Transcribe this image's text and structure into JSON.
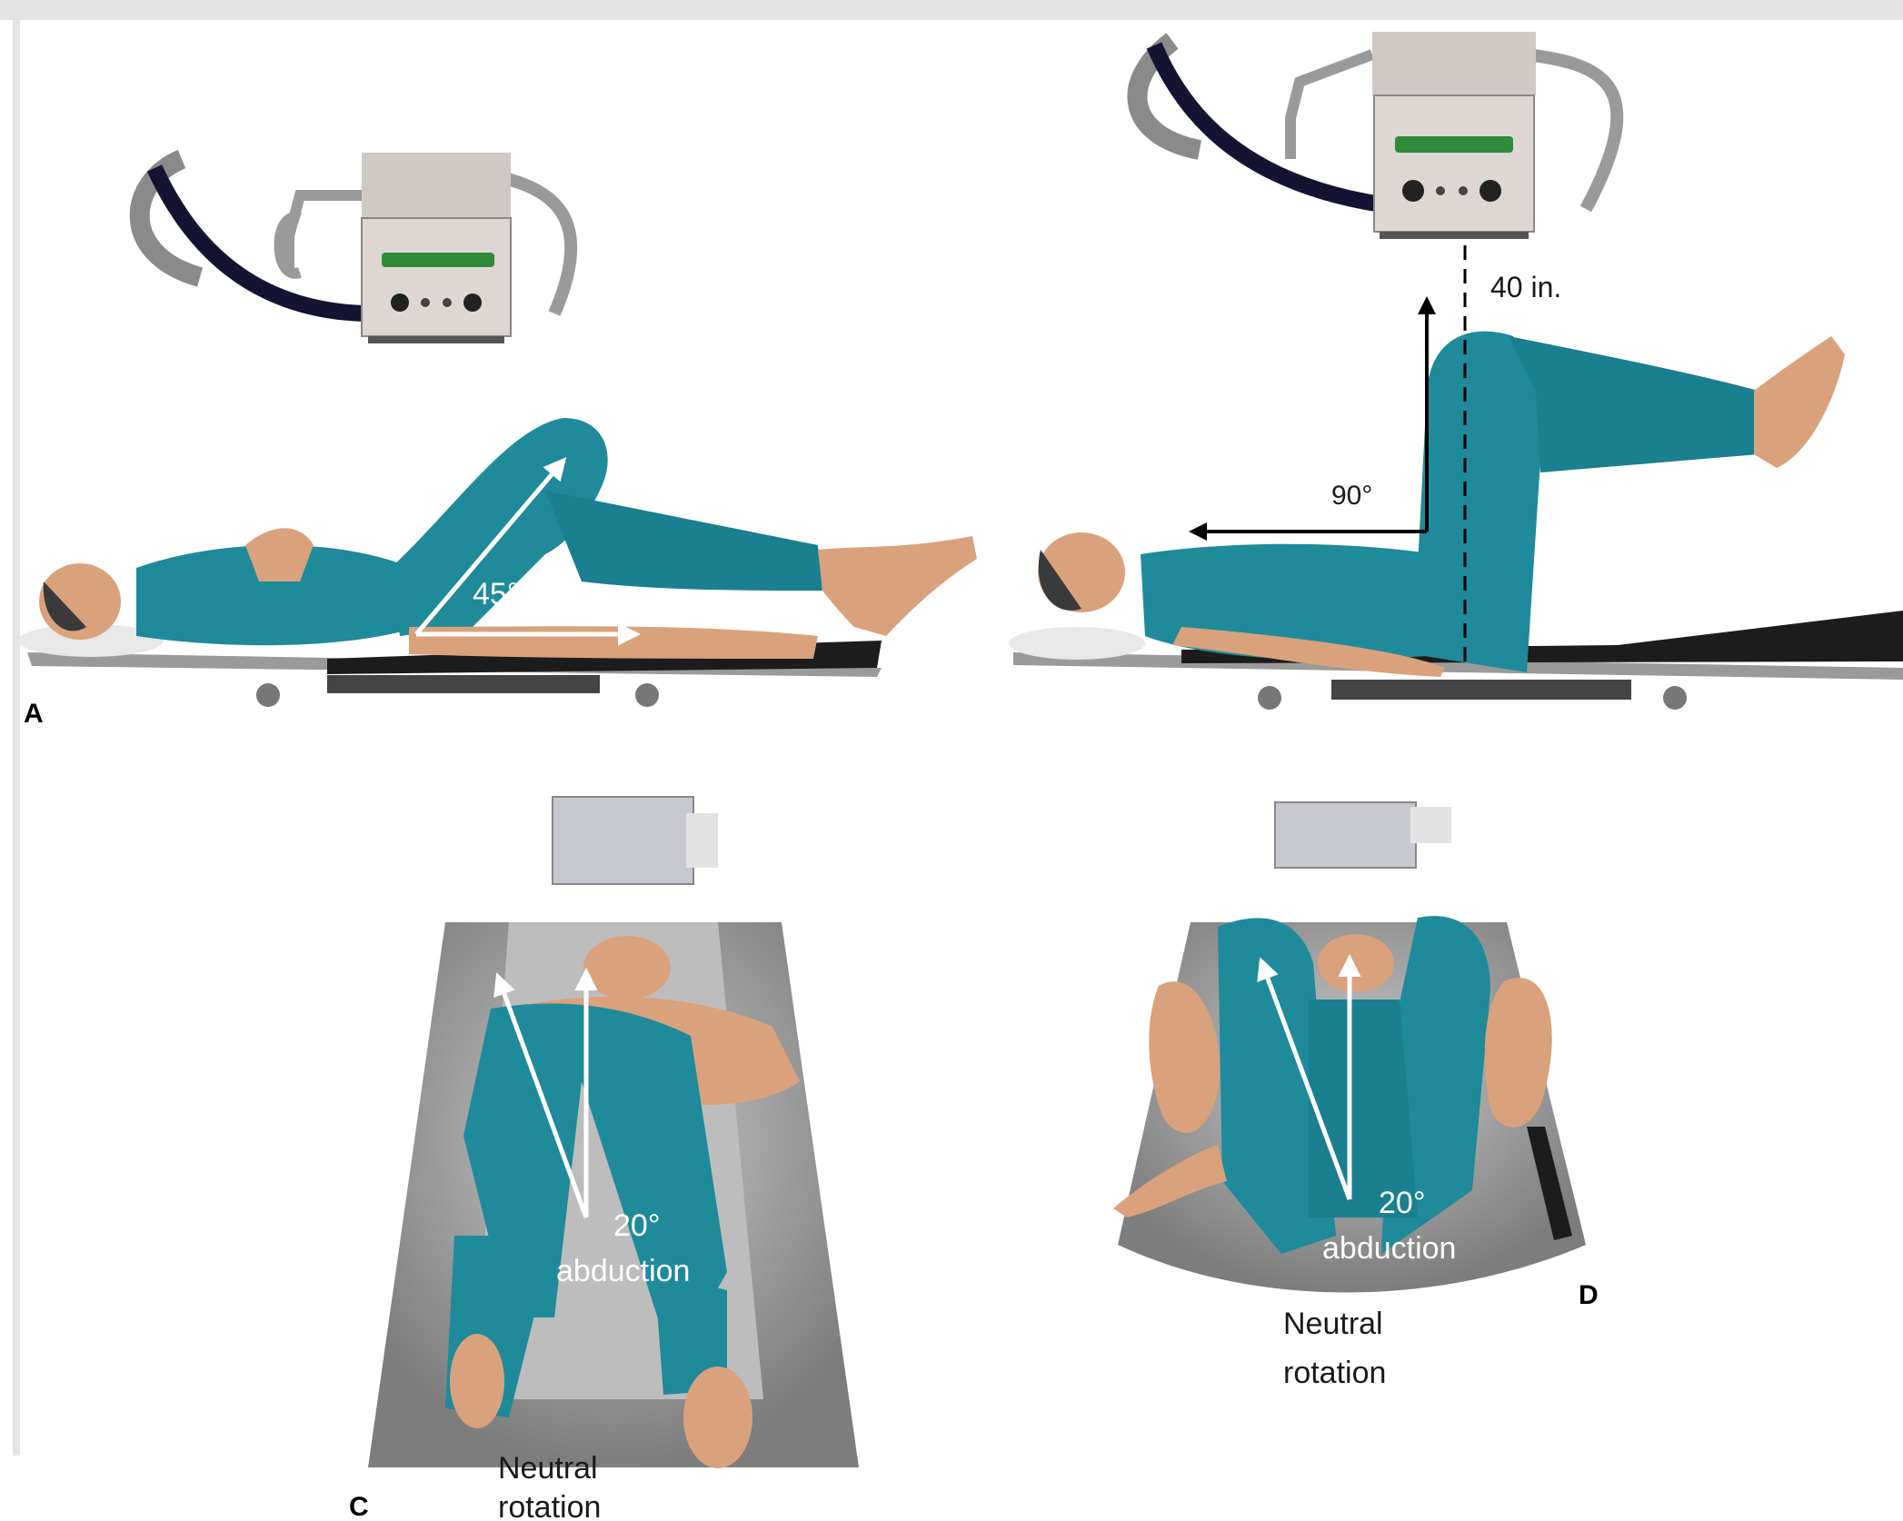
{
  "panels": {
    "a": {
      "letter": "A",
      "angle_label": "45°"
    },
    "b": {
      "angle_label": "90°",
      "distance_label": "40 in."
    },
    "c": {
      "letter": "C",
      "angle_label": "20°",
      "motion_label": "abduction",
      "rotation_line1": "Neutral",
      "rotation_line2": "rotation"
    },
    "d": {
      "letter": "D",
      "angle_label": "20°",
      "motion_label": "abduction",
      "rotation_line1": "Neutral",
      "rotation_line2": "rotation"
    }
  },
  "colors": {
    "scrubs": "#1f8a9a",
    "scrubs_dark": "#126473",
    "skin": "#d9a27c",
    "table": "#1c1c1c",
    "device": "#cfc8c4",
    "display": "#2e8b3a",
    "cable": "#141432"
  }
}
